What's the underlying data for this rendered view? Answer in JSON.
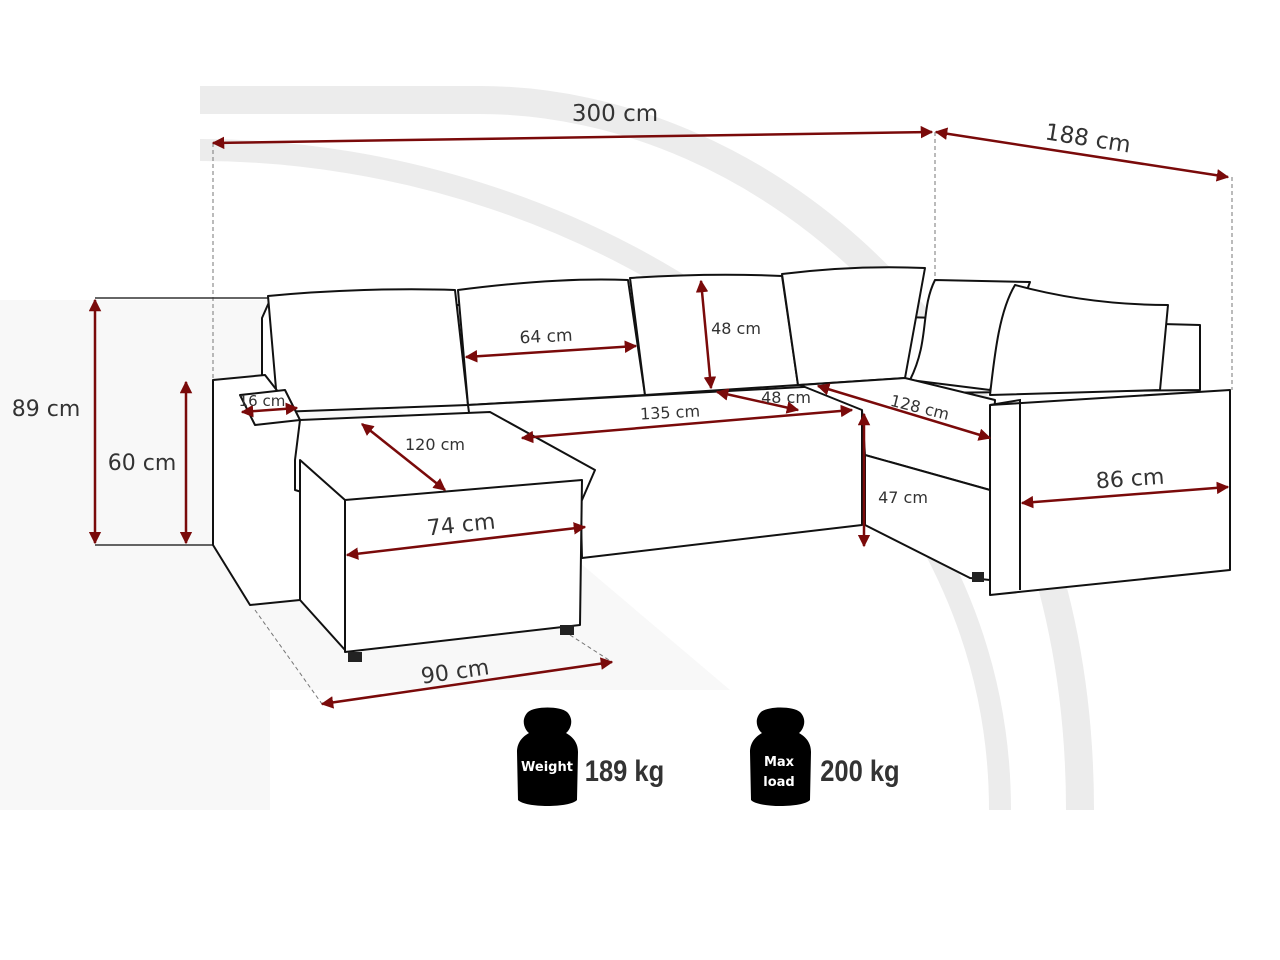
{
  "dimensions": {
    "total_width": "300 cm",
    "side_depth": "188 cm",
    "total_height": "89 cm",
    "armrest_height": "60 cm",
    "armrest_width": "16 cm",
    "chaise_length": "120 cm",
    "cushion_width": "64 cm",
    "cushion_height": "48 cm",
    "seat_width": "135 cm",
    "seat_depth": "48 cm",
    "corner_length": "128 cm",
    "chaise_width": "74 cm",
    "seat_height": "47 cm",
    "side_width": "86 cm",
    "chaise_depth": "90 cm"
  },
  "specs": {
    "weight_label": "Weight",
    "weight_value": "189 kg",
    "max_load_label_1": "Max",
    "max_load_label_2": "load",
    "max_load_value": "200 kg"
  },
  "colors": {
    "arrow": "#7a0a0a",
    "text": "#333333"
  }
}
